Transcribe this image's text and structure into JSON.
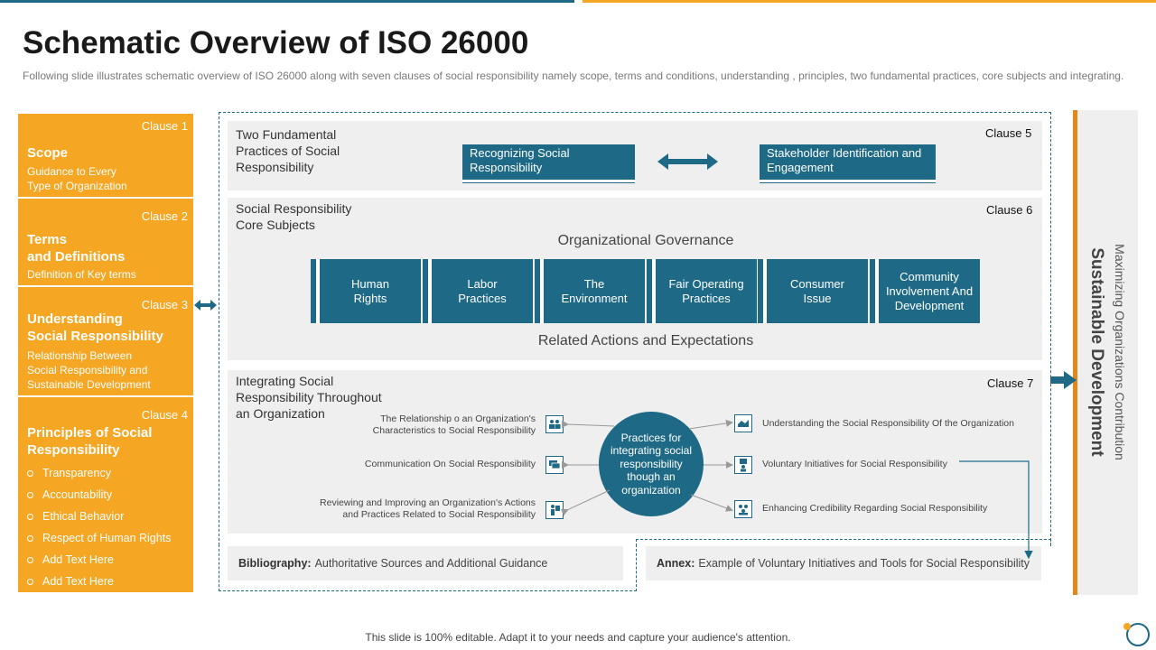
{
  "slide": {
    "title": "Schematic Overview of ISO 26000",
    "subtitle": "Following slide illustrates schematic overview  of ISO 26000  along with seven  clauses of social responsibility namely scope, terms and conditions, understanding  , principles,  two fundamental  practices, core subjects and integrating.",
    "footer": "This slide is 100% editable. Adapt it to your needs and capture your audience's attention."
  },
  "left": {
    "clause1": {
      "clause": "Clause 1",
      "heading": "Scope",
      "desc": [
        "Guidance to Every",
        "Type of Organization"
      ]
    },
    "clause2": {
      "clause": "Clause 2",
      "heading": [
        "Terms",
        "and Definitions"
      ],
      "desc": [
        "Definition  of Key terms"
      ]
    },
    "clause3": {
      "clause": "Clause 3",
      "heading": [
        "Understanding",
        "Social Responsibility"
      ],
      "desc": [
        "Relationship Between",
        "Social Responsibility and",
        "Sustainable Development"
      ]
    },
    "clause4": {
      "clause": "Clause 4",
      "heading": [
        "Principles of Social",
        "Responsibility"
      ],
      "items": [
        "Transparency",
        "Accountability",
        "Ethical Behavior",
        "Respect of Human Rights",
        "Add Text Here",
        "Add Text Here"
      ]
    }
  },
  "clause5": {
    "clause": "Clause 5",
    "title": [
      "Two Fundamental",
      "Practices of Social",
      "Responsibility"
    ],
    "box_left": [
      "Recognizing Social",
      "Responsibility"
    ],
    "box_right": [
      "Stakeholder Identification and",
      "Engagement"
    ]
  },
  "clause6": {
    "clause": "Clause 6",
    "title": [
      "Social Responsibility",
      "Core Subjects"
    ],
    "top_label": "Organizational Governance",
    "bottom_label": "Related Actions and Expectations",
    "subjects": [
      [
        "Human",
        "Rights"
      ],
      [
        "Labor",
        "Practices"
      ],
      [
        "The",
        "Environment"
      ],
      [
        "Fair Operating",
        "Practices"
      ],
      [
        "Consumer",
        "Issue"
      ],
      [
        "Community",
        "Involvement  And",
        "Development"
      ]
    ]
  },
  "clause7": {
    "clause": "Clause 7",
    "title": [
      "Integrating Social",
      "Responsibility Throughout",
      "an Organization"
    ],
    "center": [
      "Practices for",
      "integrating social",
      "responsibility",
      "though an",
      "organization"
    ],
    "left_items": [
      {
        "text": [
          "The Relationship o an Organization's",
          "Characteristics to Social Responsibility"
        ],
        "icon": "people-icon"
      },
      {
        "text": [
          "Communication  On Social Responsibility"
        ],
        "icon": "chat-icon"
      },
      {
        "text": [
          "Reviewing and Improving  an Organization's Actions",
          "and Practices Related to Social Responsibility"
        ],
        "icon": "review-icon"
      }
    ],
    "right_items": [
      {
        "text": [
          "Understanding the Social Responsibility Of the Organization"
        ],
        "icon": "handshake-icon"
      },
      {
        "text": [
          "Voluntary Initiatives for Social Responsibility"
        ],
        "icon": "person-board-icon"
      },
      {
        "text": [
          "Enhancing Credibility Regarding Social Responsibility"
        ],
        "icon": "group-icon"
      }
    ]
  },
  "bibliography": {
    "label": "Bibliography:",
    "text": "Authoritative Sources and Additional Guidance"
  },
  "annex": {
    "label": "Annex:",
    "text": "Example of  Voluntary Initiatives and Tools for Social Responsibility"
  },
  "right": {
    "bold": "Sustainable Development",
    "light": "Maximizing Organizations Contribution"
  },
  "colors": {
    "teal": "#1e6a86",
    "orange": "#f5a623",
    "panel": "#efefef"
  }
}
